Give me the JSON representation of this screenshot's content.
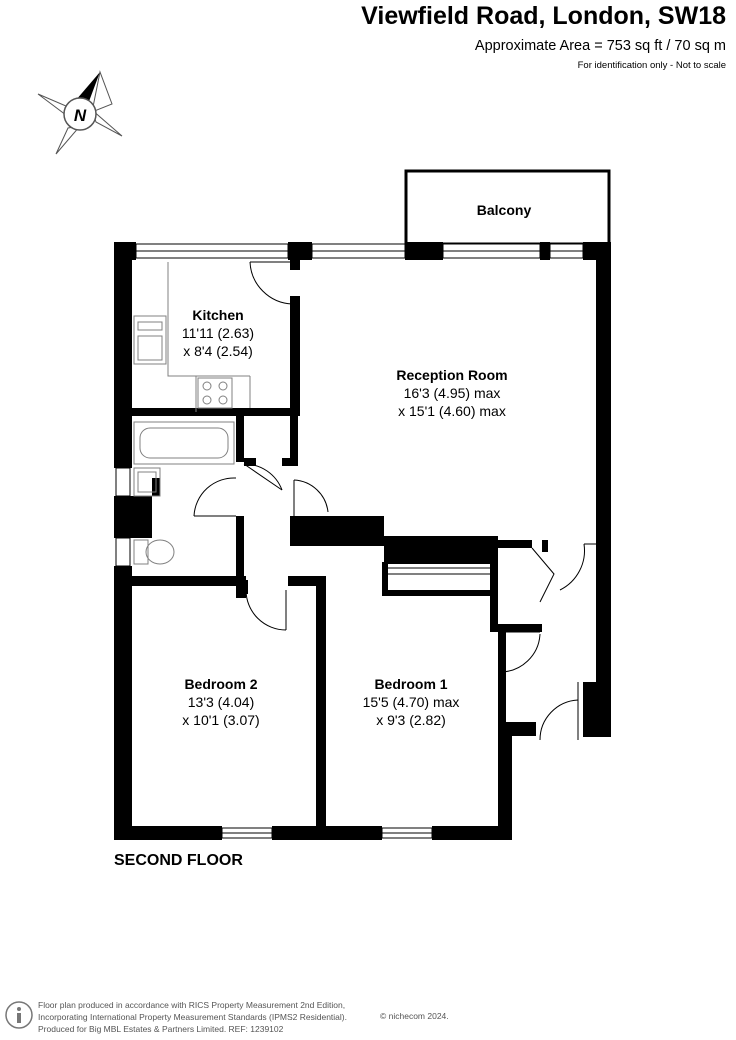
{
  "header": {
    "title": "Viewfield Road, London, SW18",
    "area": "Approximate Area = 753 sq ft / 70 sq m",
    "note": "For identification only - Not to scale"
  },
  "compass": {
    "label": "N",
    "icon": "north-arrow-icon"
  },
  "rooms": {
    "balcony": {
      "name": "Balcony"
    },
    "kitchen": {
      "name": "Kitchen",
      "dim1": "11'11 (2.63)",
      "dim2": "x 8'4 (2.54)"
    },
    "reception": {
      "name": "Reception Room",
      "dim1": "16'3 (4.95) max",
      "dim2": "x 15'1 (4.60) max"
    },
    "bedroom2": {
      "name": "Bedroom 2",
      "dim1": "13'3 (4.04)",
      "dim2": "x 10'1 (3.07)"
    },
    "bedroom1": {
      "name": "Bedroom 1",
      "dim1": "15'5 (4.70) max",
      "dim2": "x 9'3 (2.82)"
    }
  },
  "floor_label": "SECOND FLOOR",
  "footer": {
    "line1": "Floor plan produced in accordance with RICS Property Measurement 2nd Edition,",
    "line2": "Incorporating International Property Measurement Standards (IPMS2 Residential).",
    "line3": "Produced for Big MBL Estates & Partners Limited.   REF: 1239102",
    "brand": "© nichecom 2024."
  },
  "colors": {
    "wall": "#000000",
    "fixture": "#808080",
    "background": "#ffffff"
  }
}
